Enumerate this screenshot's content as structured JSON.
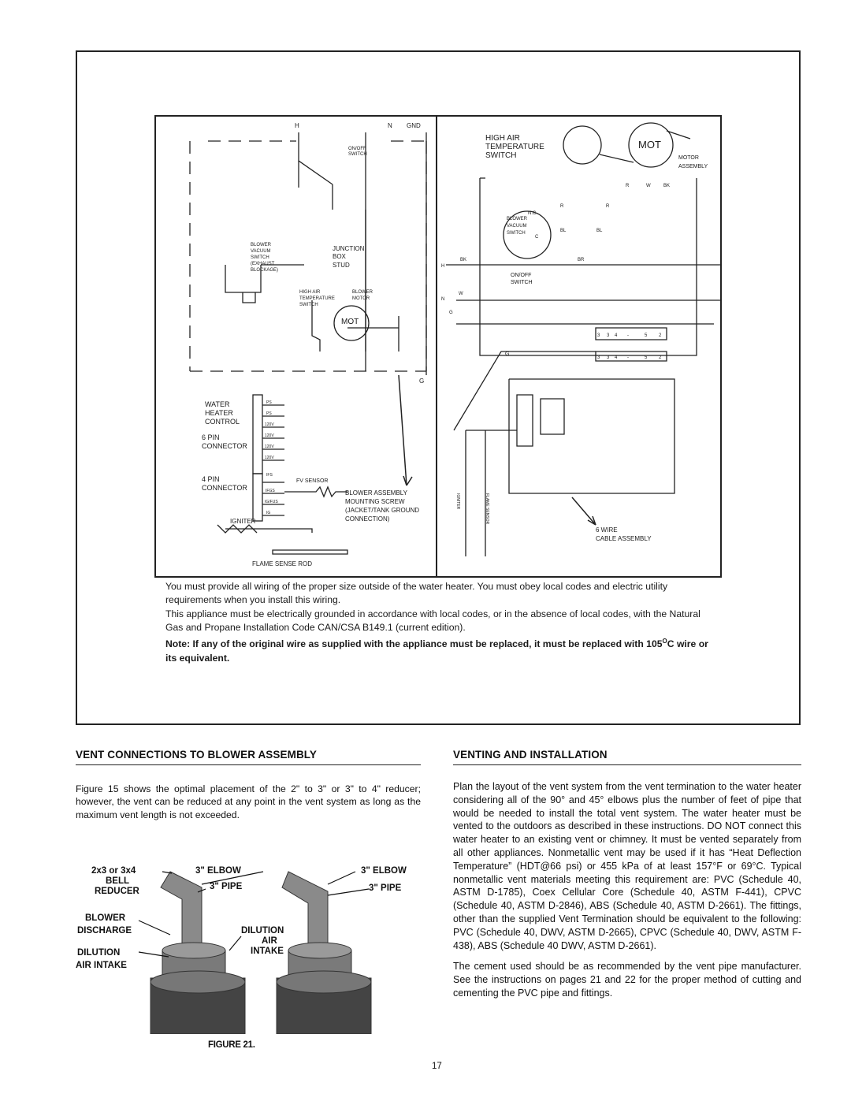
{
  "diagram": {
    "left": {
      "terminals": [
        "H",
        "N",
        "GND"
      ],
      "on_off_switch": [
        "ON/OFF",
        "SWITCH"
      ],
      "blower_vacuum_switch": [
        "BLOWER",
        "VACUUM",
        "SWITCH",
        "(EXHAUST",
        "BLOCKAGE)"
      ],
      "junction_box_stud": [
        "JUNCTION",
        "BOX",
        "STUD"
      ],
      "high_air_temp_switch": [
        "HIGH AIR",
        "TEMPERATURE",
        "SWITCH"
      ],
      "blower_motor": [
        "BLOWER",
        "MOTOR"
      ],
      "mot": "MOT",
      "ground_g": "G",
      "water_heater_control": [
        "WATER",
        "HEATER",
        "CONTROL"
      ],
      "six_pin": [
        "6 PIN",
        "CONNECTOR"
      ],
      "four_pin": [
        "4 PIN",
        "CONNECTOR"
      ],
      "pins": [
        "PS",
        "PS",
        "120V",
        "120V",
        "120V",
        "120V",
        "IFS",
        "IFGS",
        "IG/FUS",
        "IG"
      ],
      "fv_sensor": "FV SENSOR",
      "screw_note": [
        "BLOWER ASSEMBLY",
        "MOUNTING SCREW",
        "(JACKET/TANK GROUND",
        "CONNECTION)"
      ],
      "igniter": "IGNITER",
      "flame_sense_rod": "FLAME SENSE ROD"
    },
    "right": {
      "high_air": [
        "HIGH AIR",
        "TEMPERATURE",
        "SWITCH"
      ],
      "mot": "MOT",
      "motor_assembly": [
        "MOTOR",
        "ASSEMBLY"
      ],
      "motor_wires": [
        "R",
        "W",
        "BK"
      ],
      "blower_vacuum": [
        "BLOWER",
        "VACUUM",
        "SWITCH"
      ],
      "nc": "N.C.",
      "c": "C",
      "wire_colors": [
        "R",
        "R",
        "BL",
        "BL",
        "BK",
        "BR",
        "W"
      ],
      "terminals": [
        "H",
        "N",
        "G"
      ],
      "on_off": [
        "ON/OFF",
        "SWITCH"
      ],
      "strip_top": [
        "3",
        "3",
        "4",
        "-",
        "5",
        "2"
      ],
      "strip_bottom": [
        "3",
        "3",
        "4",
        "-",
        "5",
        "2"
      ],
      "ground_g": "G",
      "igniter_v": "IGNITER",
      "flame_sensor_v": "FLAME SENSOR",
      "six_wire": [
        "6 WIRE",
        "CABLE ASSEMBLY"
      ]
    }
  },
  "notes": {
    "p1": "You must provide all wiring of the proper size outside of the water heater.  You must obey local codes and electric utility requirements when you install this wiring.",
    "p2": "This appliance must be electrically grounded in accordance with local codes, or in the absence of local codes, with the Natural Gas and Propane Installation Code CAN/CSA B149.1 (current edition).",
    "p3a": "Note: If any of the original wire as supplied with the appliance must be replaced, it must be replaced with 105",
    "p3sup": "O",
    "p3b": "C wire or its equivalent."
  },
  "left_section": {
    "heading": "VENT CONNECTIONS TO BLOWER ASSEMBLY",
    "body": "Figure 15 shows the optimal placement of the 2\" to 3\" or 3\" to 4\" reducer; however, the vent can be reduced at any point in the vent system as long as the maximum vent length is not exceeded.",
    "figure_labels": {
      "reducer": [
        "2x3 or 3x4",
        "BELL",
        "REDUCER"
      ],
      "elbow1": "3\" ELBOW",
      "pipe1": "3\" PIPE",
      "blower_discharge": [
        "BLOWER",
        "DISCHARGE"
      ],
      "dilution_air_intake_left": [
        "DILUTION",
        "AIR INTAKE"
      ],
      "dilution_air_intake_mid": [
        "DILUTION",
        "AIR",
        "INTAKE"
      ],
      "elbow2": "3\" ELBOW",
      "pipe2": "3\" PIPE"
    },
    "figure_caption": "FIGURE 21."
  },
  "right_section": {
    "heading": "VENTING AND INSTALLATION",
    "p1": "Plan the layout of the vent system from the vent termination to the water heater considering all of the 90° and 45° elbows plus the number of feet of pipe that would be needed to install the total vent system. The water heater must be vented to the outdoors as described in these instructions. DO NOT connect this water heater to an existing vent or chimney. It must be vented separately from all other appliances. Nonmetallic vent may be used if it has “Heat Deflection Temperature” (HDT@66 psi) or 455 kPa of at least 157°F or 69°C. Typical nonmetallic vent materials meeting this requirement are: PVC (Schedule 40, ASTM D-1785), Coex Cellular Core (Schedule 40, ASTM F-441), CPVC (Schedule 40, ASTM D-2846), ABS (Schedule 40, ASTM D-2661). The fittings, other than the supplied Vent Termination should be equivalent to the following: PVC (Schedule 40, DWV, ASTM D-2665), CPVC (Schedule 40, DWV, ASTM F-438), ABS (Schedule 40 DWV, ASTM D-2661).",
    "p2": "The cement used should be as recommended by the vent pipe manufacturer. See the instructions on pages 21 and 22 for the proper method of cutting and cementing the PVC pipe and fittings."
  },
  "page_number": "17"
}
